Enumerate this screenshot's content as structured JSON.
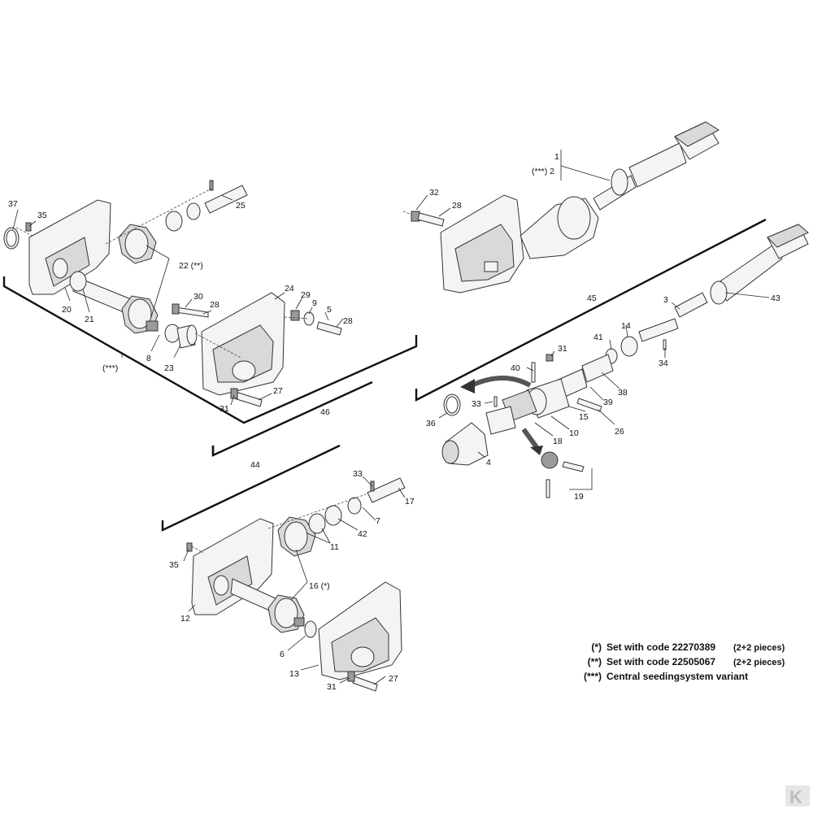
{
  "callouts": {
    "c1": "1",
    "c2": "(***) 2",
    "c3": "3",
    "c4": "4",
    "c5": "5",
    "c6": "6",
    "c7": "7",
    "c8": "8",
    "c9": "9",
    "c10": "10",
    "c11": "11",
    "c12": "12",
    "c13": "13",
    "c14": "14",
    "c15": "15",
    "c16": "16 (*)",
    "c17": "17",
    "c18": "18",
    "c19": "19",
    "c20": "20",
    "c21": "21",
    "c22": "22 (**)",
    "c23": "23",
    "c24": "24",
    "c25": "25",
    "c26": "26",
    "c27a": "27",
    "c27b": "27",
    "c28a": "28",
    "c28b": "28",
    "c28c": "28",
    "c29": "29",
    "c30": "30",
    "c31a": "31",
    "c31b": "31",
    "c31c": "31",
    "c32": "32",
    "c33a": "33",
    "c33b": "33",
    "c34": "34",
    "c35a": "35",
    "c35b": "35",
    "c36": "36",
    "c37": "37",
    "c38": "38",
    "c39": "39",
    "c40": "40",
    "c41": "41",
    "c42": "42",
    "c43": "43",
    "c44": "44",
    "c45": "45",
    "c46": "46",
    "cstar3": "(***)"
  },
  "legend": [
    {
      "mark": "(*)",
      "text": "Set with code 22270389",
      "note": "(2+2 pieces)"
    },
    {
      "mark": "(**)",
      "text": "Set with code 22505067",
      "note": "(2+2 pieces)"
    },
    {
      "mark": "(***)",
      "text": "Central seedingsystem variant",
      "note": ""
    }
  ],
  "logo": "K"
}
